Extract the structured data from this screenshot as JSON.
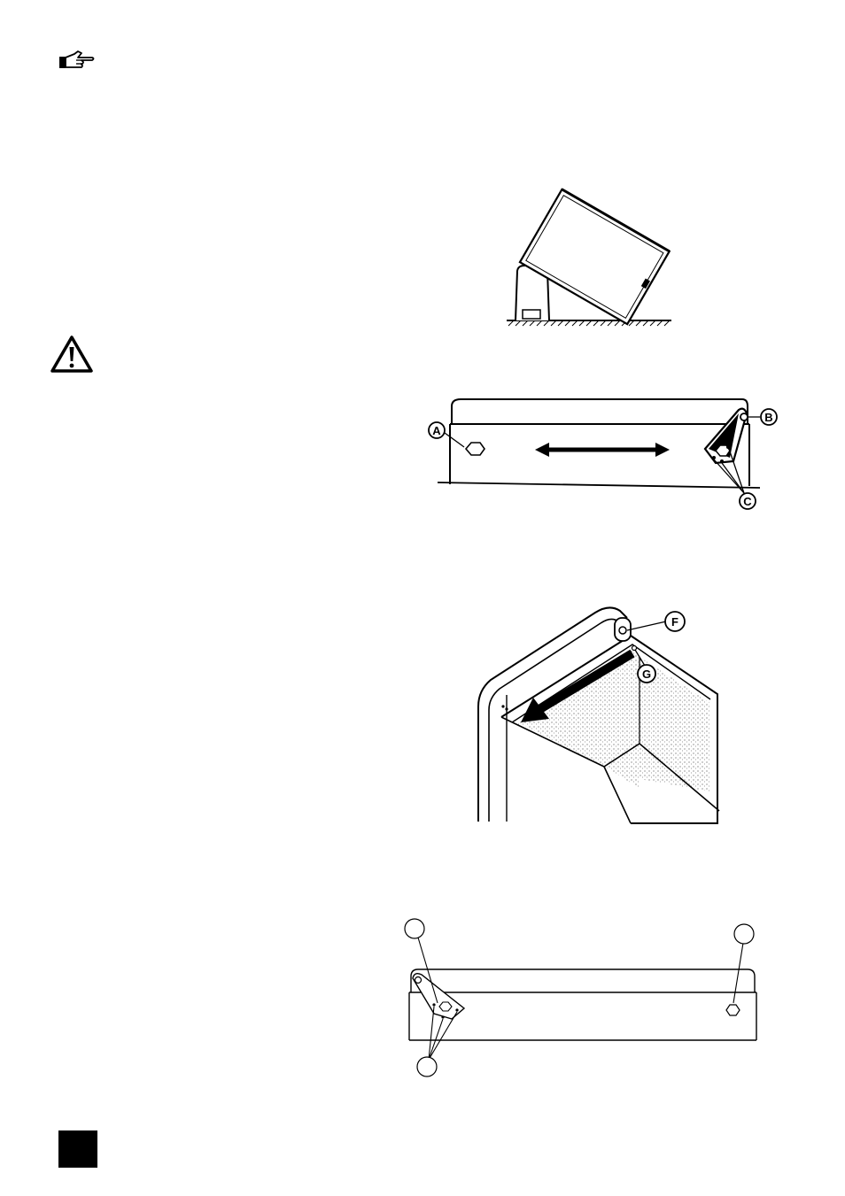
{
  "icons": {
    "note": "pointing-hand-icon",
    "warning": "warning-triangle-icon"
  },
  "figure2": {
    "callouts": {
      "a": "A",
      "b": "B",
      "c": "C"
    }
  },
  "figure3": {
    "callouts": {
      "f": "F",
      "g": "G"
    }
  },
  "figure4": {
    "callouts": {
      "left_top": "",
      "right_top": "",
      "bottom": ""
    }
  },
  "colors": {
    "ink": "#000000",
    "paper": "#ffffff",
    "page_block": "#000000"
  }
}
